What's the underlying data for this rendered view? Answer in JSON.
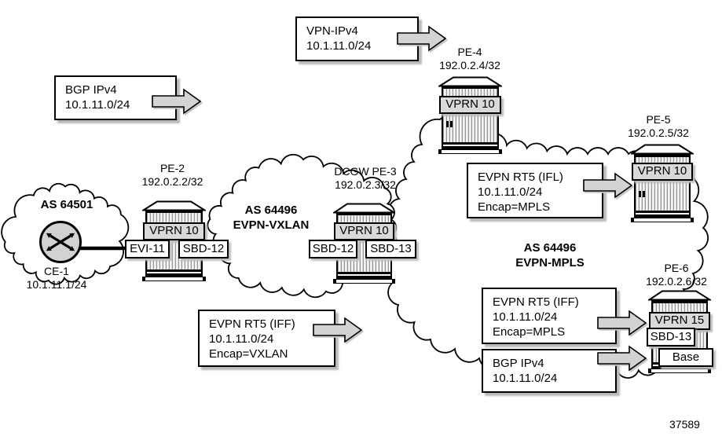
{
  "figure_number": "37589",
  "clouds": {
    "customer": {
      "label": "AS 64501"
    },
    "vxlan": {
      "line1": "AS 64496",
      "line2": "EVPN-VXLAN"
    },
    "mpls": {
      "line1": "AS 64496",
      "line2": "EVPN-MPLS"
    }
  },
  "ce": {
    "name": "CE-1",
    "ip": "10.1.11.1/24"
  },
  "routers": {
    "pe2": {
      "name": "PE-2",
      "loopback": "192.0.2.2/32",
      "service": "VPRN 10",
      "left_tag": "EVI-11",
      "right_tag": "SBD-12"
    },
    "pe3": {
      "name": "DCGW PE-3",
      "loopback": "192.0.2.3/32",
      "service": "VPRN 10",
      "left_tag": "SBD-12",
      "right_tag": "SBD-13"
    },
    "pe4": {
      "name": "PE-4",
      "loopback": "192.0.2.4/32",
      "service": "VPRN 10"
    },
    "pe5": {
      "name": "PE-5",
      "loopback": "192.0.2.5/32",
      "service": "VPRN 10"
    },
    "pe6": {
      "name": "PE-6",
      "loopback": "192.0.2.6/32",
      "service": "VPRN 15",
      "mid_tag": "SBD-13",
      "base_tag": "Base"
    }
  },
  "callouts": {
    "bgp_top": {
      "line1": "BGP IPv4",
      "line2": "10.1.11.0/24"
    },
    "vpn_ipv4": {
      "line1": "VPN-IPv4",
      "line2": "10.1.11.0/24"
    },
    "rt5_ifl": {
      "line1": "EVPN RT5 (IFL)",
      "line2": "10.1.11.0/24",
      "line3": "Encap=MPLS"
    },
    "rt5_iff_vxlan": {
      "line1": "EVPN RT5 (IFF)",
      "line2": "10.1.11.0/24",
      "line3": "Encap=VXLAN"
    },
    "rt5_iff_mpls": {
      "line1": "EVPN RT5 (IFF)",
      "line2": "10.1.11.0/24",
      "line3": "Encap=MPLS"
    },
    "bgp_bottom": {
      "line1": "BGP IPv4",
      "line2": "10.1.11.0/24"
    }
  }
}
